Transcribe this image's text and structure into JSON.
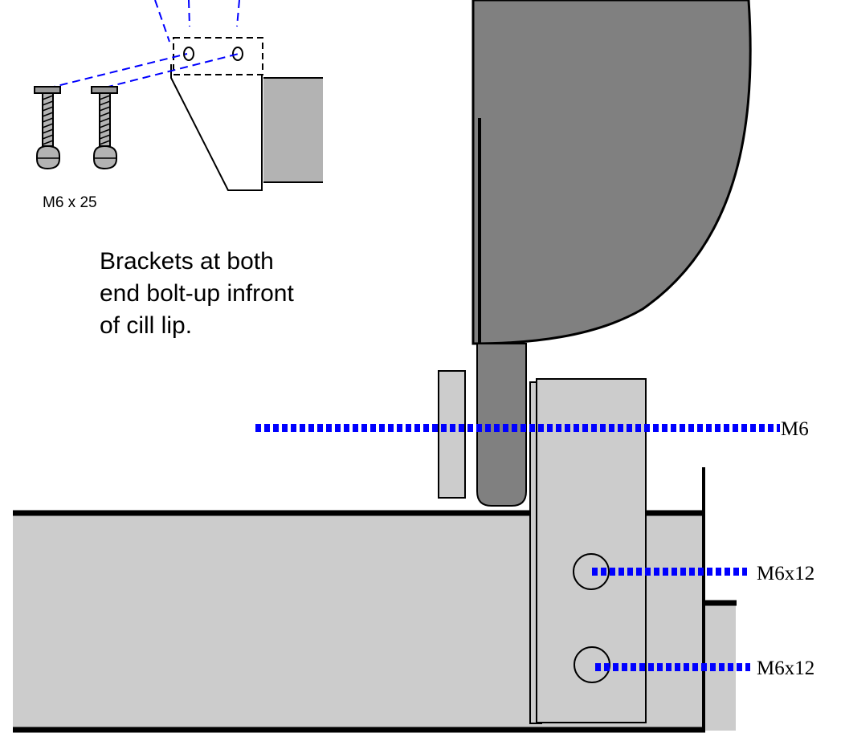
{
  "labels": {
    "screw_size": "M6 x 25",
    "note_line_1": "Brackets at both",
    "note_line_2": "end bolt-up infront",
    "note_line_3": "of cill lip.",
    "bolt_top": "M6",
    "bolt_middle": "M6x12",
    "bolt_bottom": "M6x12"
  },
  "colors": {
    "dark_grey": "#808080",
    "light_grey": "#cccccc",
    "mid_grey": "#b3b3b3",
    "guide_blue": "#0000ff",
    "outline": "#000000"
  }
}
